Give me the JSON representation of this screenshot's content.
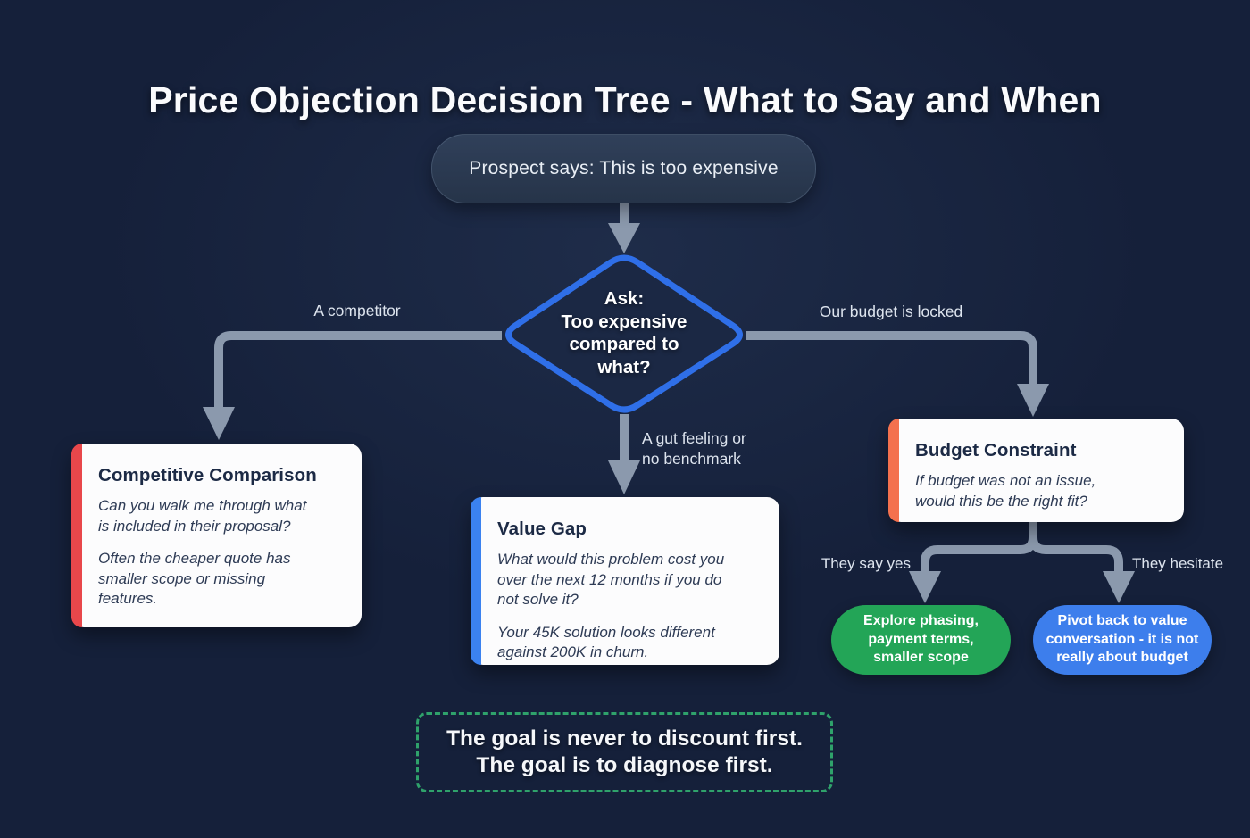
{
  "title": "Price Objection Decision Tree - What to Say and When",
  "colors": {
    "background": "#15203a",
    "connector": "#8b99ad",
    "diamond-stroke": "#2f6fe8",
    "diamond-fill": "#1b2844",
    "card-bg": "#fcfcfd",
    "card-title": "#1c2a45",
    "card-body": "#2e3b55",
    "stripe-red": "#e8474b",
    "stripe-blue": "#3b82f0",
    "stripe-orange": "#f4714e",
    "pill-green": "#23a557",
    "pill-blue": "#3d7eec",
    "note-border": "#2fa26b",
    "label-text": "#dde4ee"
  },
  "start": {
    "label": "Prospect says: This is too expensive"
  },
  "decision": {
    "label": "Ask:\nToo expensive\ncompared to\nwhat?"
  },
  "branches": {
    "competitor": {
      "label": "A competitor"
    },
    "gut_feeling": {
      "label": "A gut feeling or\nno benchmark"
    },
    "budget_locked": {
      "label": "Our budget is locked"
    },
    "say_yes": {
      "label": "They say yes"
    },
    "hesitate": {
      "label": "They hesitate"
    }
  },
  "cards": {
    "competitive": {
      "title": "Competitive Comparison",
      "p1": "Can you walk me through what\nis included in their proposal?",
      "p2": "Often the cheaper quote has\nsmaller scope or missing\nfeatures."
    },
    "value_gap": {
      "title": "Value Gap",
      "p1": "What would this problem cost you\nover the next 12 months if you do\nnot solve it?",
      "p2": "Your 45K solution looks different\nagainst 200K in churn."
    },
    "budget": {
      "title": "Budget Constraint",
      "p1": "If budget was not an issue,\nwould this be the right fit?"
    }
  },
  "outcomes": {
    "explore": {
      "label": "Explore phasing,\npayment terms,\nsmaller scope"
    },
    "pivot": {
      "label": "Pivot back to value\nconversation - it is not\nreally about budget"
    }
  },
  "note": {
    "text": "The goal is never to discount first.\nThe goal is to diagnose first."
  }
}
